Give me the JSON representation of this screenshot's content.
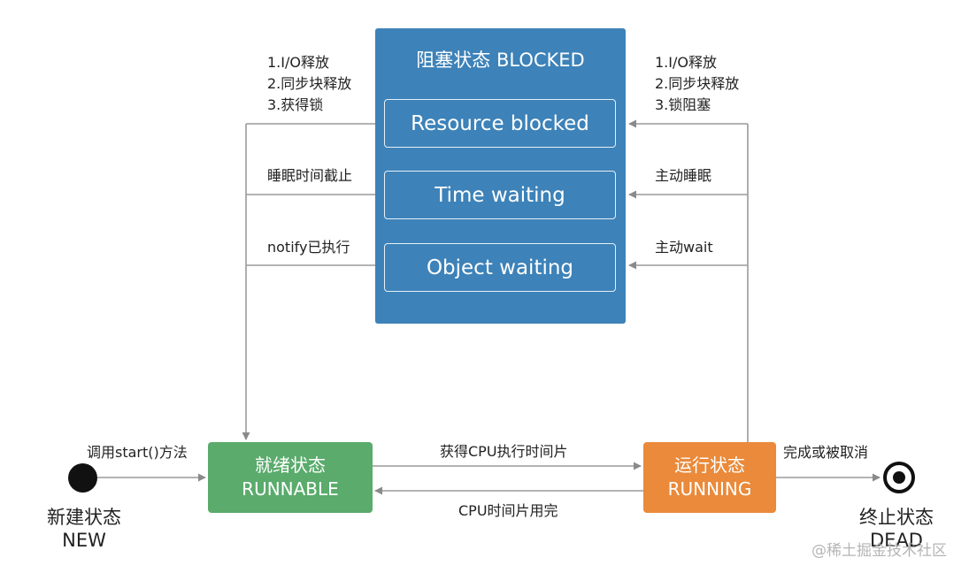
{
  "blocked": {
    "title": "阻塞状态 BLOCKED",
    "sub_states": [
      "Resource blocked",
      "Time waiting",
      "Object waiting"
    ]
  },
  "left_labels": {
    "release_list": [
      "1.I/O释放",
      "2.同步块释放",
      "3.获得锁"
    ],
    "sleep_expire": "睡眠时间截止",
    "notify": "notify已执行"
  },
  "right_labels": {
    "block_list": [
      "1.I/O释放",
      "2.同步块释放",
      "3.锁阻塞"
    ],
    "sleep": "主动睡眠",
    "wait": "主动wait"
  },
  "states": {
    "new": [
      "新建状态",
      "NEW"
    ],
    "runnable": [
      "就绪状态",
      "RUNNABLE"
    ],
    "running": [
      "运行状态",
      "RUNNING"
    ],
    "dead": [
      "终止状态",
      "DEAD"
    ]
  },
  "transitions": {
    "start": "调用start()方法",
    "get_cpu": "获得CPU执行时间片",
    "cpu_done": "CPU时间片用完",
    "finish": "完成或被取消"
  },
  "watermark": "@稀土掘金技术社区",
  "colors": {
    "blocked": "#3d82b8",
    "runnable": "#5aab6c",
    "running": "#ea8a3a",
    "line": "#8a8a8a"
  }
}
